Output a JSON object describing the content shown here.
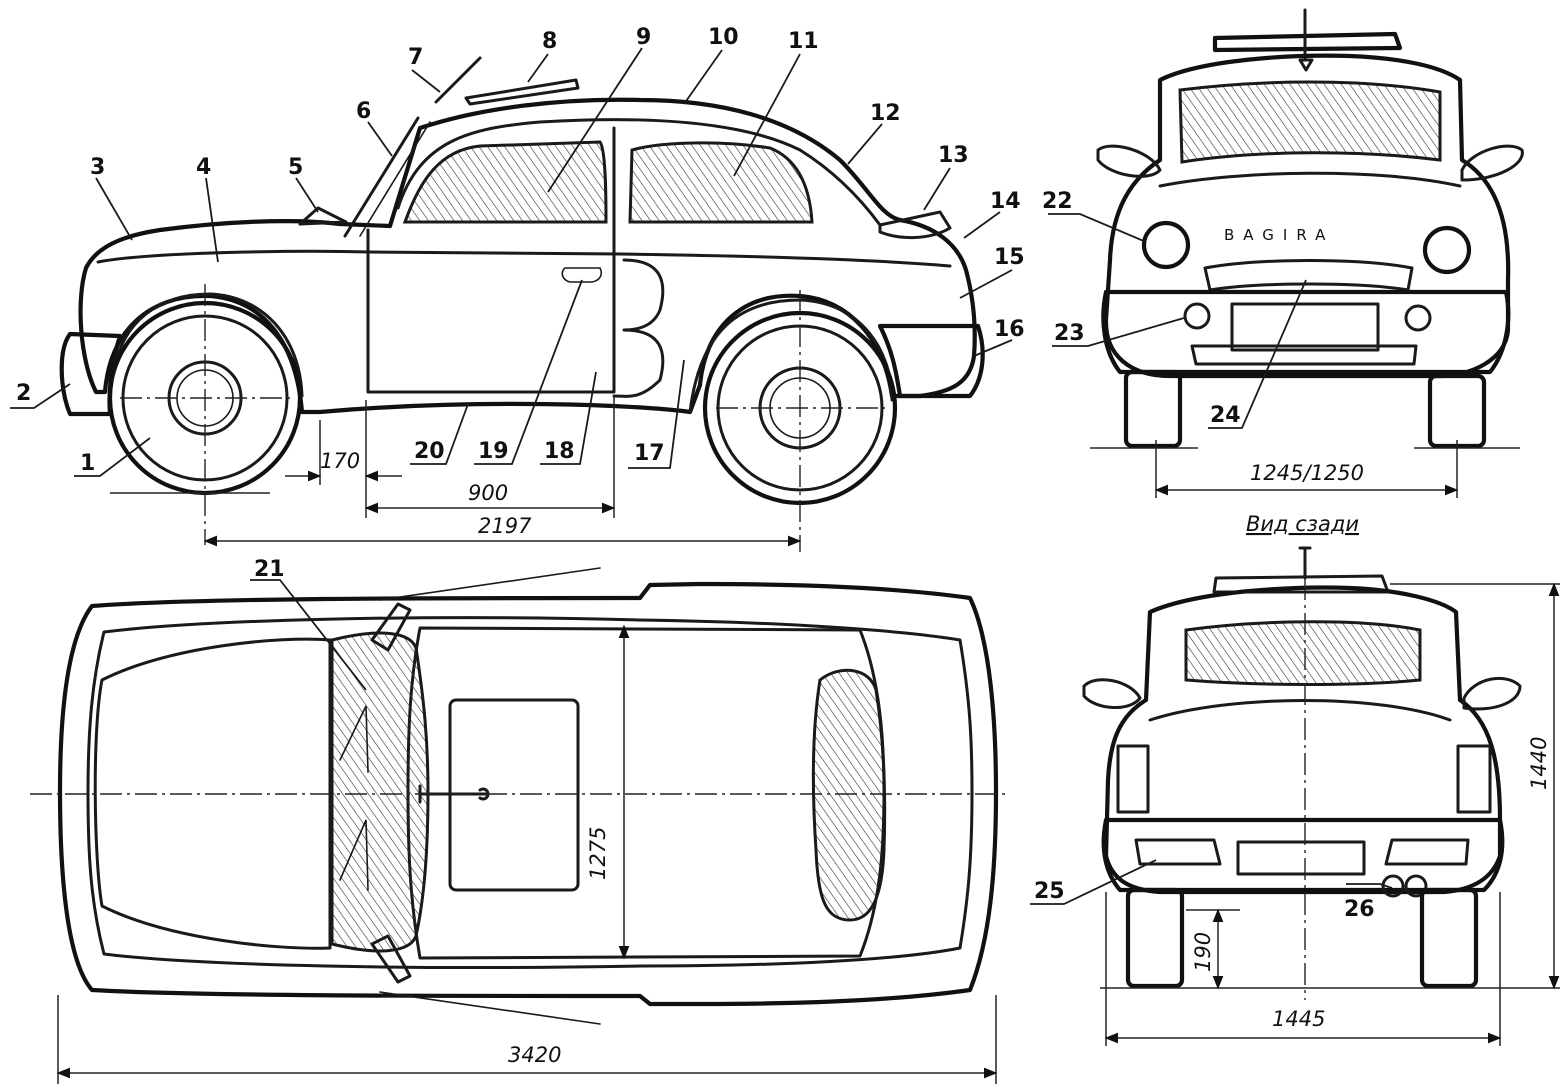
{
  "callouts": [
    "1",
    "2",
    "3",
    "4",
    "5",
    "6",
    "7",
    "8",
    "9",
    "10",
    "11",
    "12",
    "13",
    "14",
    "15",
    "16",
    "17",
    "18",
    "19",
    "20",
    "21",
    "22",
    "23",
    "24",
    "25",
    "26"
  ],
  "dimensions": {
    "front_overhang": "170",
    "door_width": "900",
    "wheelbase": "2197",
    "track": "1245/1250",
    "body_width_top": "1275",
    "overall_length": "3420",
    "overall_height": "1440",
    "ground_clearance": "190",
    "overall_width": "1445"
  },
  "captions": {
    "rear_view": "Вид сзади"
  },
  "badge_text": "BAGIRA"
}
